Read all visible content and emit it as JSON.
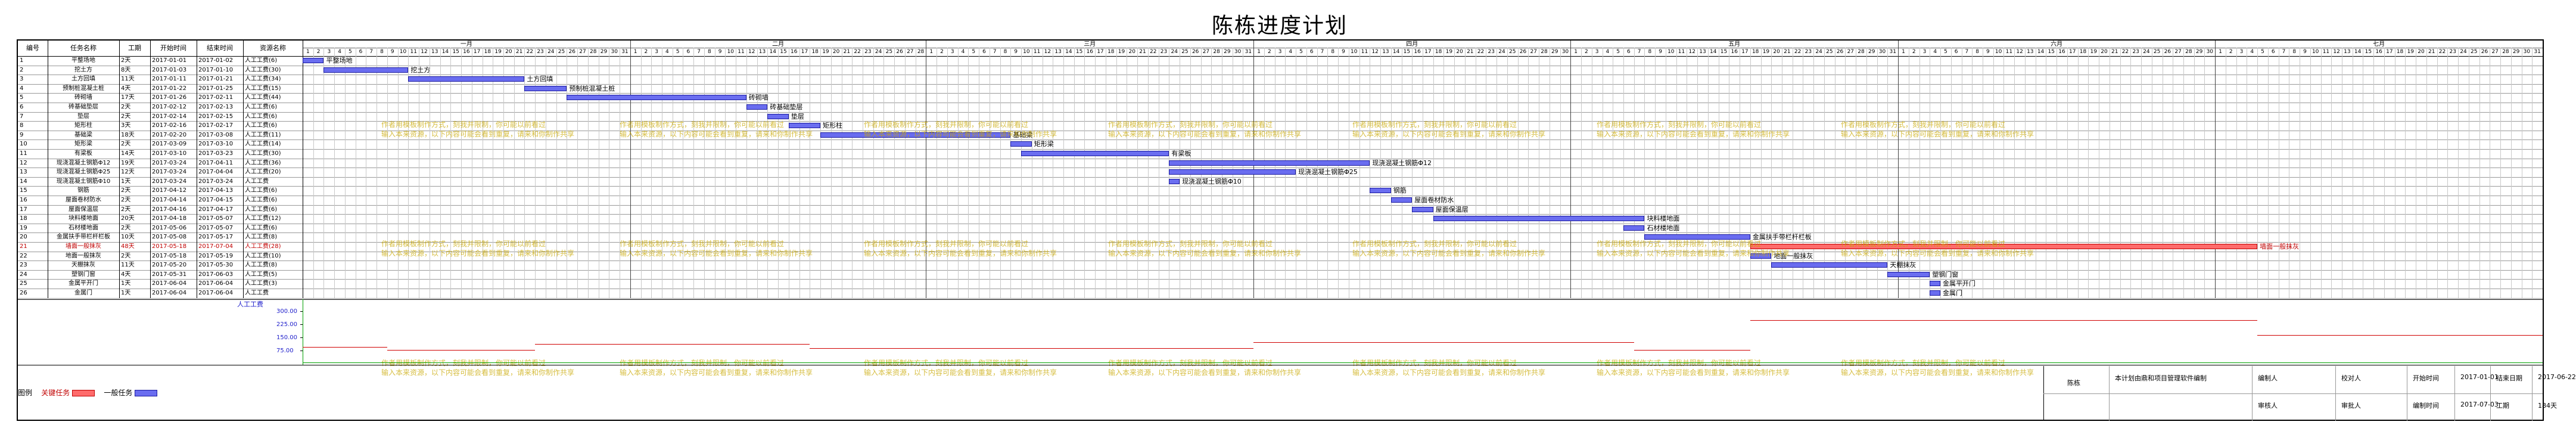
{
  "title": "陈栋进度计划",
  "headers": {
    "no": "编号",
    "name": "任务名称",
    "duration": "工期",
    "start": "开始时间",
    "end": "结束时间",
    "resource": "资源名称"
  },
  "months": [
    "一月",
    "二月",
    "三月",
    "四月",
    "五月",
    "六月",
    "七月"
  ],
  "tasks": [
    {
      "no": "1",
      "name": "平整场地",
      "dur": "2天",
      "start": "2017-01-01",
      "end": "2017-01-02",
      "res": "人工工费(6)",
      "bar": [
        1,
        2
      ],
      "crit": false
    },
    {
      "no": "2",
      "name": "挖土方",
      "dur": "8天",
      "start": "2017-01-03",
      "end": "2017-01-10",
      "res": "人工工费(30)",
      "bar": [
        3,
        10
      ],
      "crit": false
    },
    {
      "no": "3",
      "name": "土方回填",
      "dur": "11天",
      "start": "2017-01-11",
      "end": "2017-01-21",
      "res": "人工工费(34)",
      "bar": [
        11,
        21
      ],
      "crit": false
    },
    {
      "no": "4",
      "name": "预制桩混凝土桩",
      "dur": "4天",
      "start": "2017-01-22",
      "end": "2017-01-25",
      "res": "人工工费(15)",
      "bar": [
        22,
        25
      ],
      "crit": false
    },
    {
      "no": "5",
      "name": "砖砌墙",
      "dur": "17天",
      "start": "2017-01-26",
      "end": "2017-02-11",
      "res": "人工工费(44)",
      "bar": [
        26,
        42
      ],
      "crit": false
    },
    {
      "no": "6",
      "name": "砖基础垫层",
      "dur": "2天",
      "start": "2017-02-12",
      "end": "2017-02-13",
      "res": "人工工费(6)",
      "bar": [
        43,
        44
      ],
      "crit": false
    },
    {
      "no": "7",
      "name": "垫层",
      "dur": "2天",
      "start": "2017-02-14",
      "end": "2017-02-15",
      "res": "人工工费(6)",
      "bar": [
        45,
        46
      ],
      "crit": false
    },
    {
      "no": "8",
      "name": "矩形柱",
      "dur": "3天",
      "start": "2017-02-16",
      "end": "2017-02-17",
      "res": "人工工费(6)",
      "bar": [
        47,
        49
      ],
      "crit": false
    },
    {
      "no": "9",
      "name": "基础梁",
      "dur": "18天",
      "start": "2017-02-20",
      "end": "2017-03-08",
      "res": "人工工费(11)",
      "bar": [
        50,
        67
      ],
      "crit": false
    },
    {
      "no": "10",
      "name": "矩形梁",
      "dur": "2天",
      "start": "2017-03-09",
      "end": "2017-03-10",
      "res": "人工工费(14)",
      "bar": [
        68,
        69
      ],
      "crit": false
    },
    {
      "no": "11",
      "name": "有梁板",
      "dur": "14天",
      "start": "2017-03-10",
      "end": "2017-03-23",
      "res": "人工工费(30)",
      "bar": [
        69,
        82
      ],
      "crit": false
    },
    {
      "no": "12",
      "name": "现浇混凝土钢筋Φ12",
      "dur": "19天",
      "start": "2017-03-24",
      "end": "2017-04-11",
      "res": "人工工费(36)",
      "bar": [
        83,
        101
      ],
      "crit": false
    },
    {
      "no": "13",
      "name": "现浇混凝土钢筋Φ25",
      "dur": "12天",
      "start": "2017-03-24",
      "end": "2017-04-04",
      "res": "人工工费(20)",
      "bar": [
        83,
        94
      ],
      "crit": false
    },
    {
      "no": "14",
      "name": "现浇混凝土钢筋Φ10",
      "dur": "1天",
      "start": "2017-03-24",
      "end": "2017-03-24",
      "res": "人工工费",
      "bar": [
        83,
        83
      ],
      "crit": false
    },
    {
      "no": "15",
      "name": "钢筋",
      "dur": "2天",
      "start": "2017-04-12",
      "end": "2017-04-13",
      "res": "人工工费(6)",
      "bar": [
        102,
        103
      ],
      "crit": false
    },
    {
      "no": "16",
      "name": "屋面卷材防水",
      "dur": "2天",
      "start": "2017-04-14",
      "end": "2017-04-15",
      "res": "人工工费(6)",
      "bar": [
        104,
        105
      ],
      "crit": false
    },
    {
      "no": "17",
      "name": "屋面保温层",
      "dur": "2天",
      "start": "2017-04-16",
      "end": "2017-04-17",
      "res": "人工工费(6)",
      "bar": [
        106,
        107
      ],
      "crit": false
    },
    {
      "no": "18",
      "name": "块料楼地面",
      "dur": "20天",
      "start": "2017-04-18",
      "end": "2017-05-07",
      "res": "人工工费(12)",
      "bar": [
        108,
        127
      ],
      "crit": false
    },
    {
      "no": "19",
      "name": "石材楼地面",
      "dur": "2天",
      "start": "2017-05-06",
      "end": "2017-05-07",
      "res": "人工工费(6)",
      "bar": [
        126,
        127
      ],
      "crit": false
    },
    {
      "no": "20",
      "name": "金属扶手带栏杆栏板",
      "dur": "10天",
      "start": "2017-05-08",
      "end": "2017-05-17",
      "res": "人工工费(8)",
      "bar": [
        128,
        137
      ],
      "crit": false
    },
    {
      "no": "21",
      "name": "墙面一般抹灰",
      "dur": "48天",
      "start": "2017-05-18",
      "end": "2017-07-04",
      "res": "人工工费(28)",
      "bar": [
        138,
        185
      ],
      "crit": true
    },
    {
      "no": "22",
      "name": "地面一般抹灰",
      "dur": "2天",
      "start": "2017-05-18",
      "end": "2017-05-19",
      "res": "人工工费(10)",
      "bar": [
        138,
        139
      ],
      "crit": false
    },
    {
      "no": "23",
      "name": "天棚抹灰",
      "dur": "11天",
      "start": "2017-05-20",
      "end": "2017-05-30",
      "res": "人工工费(8)",
      "bar": [
        140,
        150
      ],
      "crit": false
    },
    {
      "no": "24",
      "name": "塑钢门窗",
      "dur": "4天",
      "start": "2017-05-31",
      "end": "2017-06-03",
      "res": "人工工费(5)",
      "bar": [
        151,
        154
      ],
      "crit": false
    },
    {
      "no": "25",
      "name": "金属平开门",
      "dur": "1天",
      "start": "2017-06-04",
      "end": "2017-06-04",
      "res": "人工工费(3)",
      "bar": [
        155,
        155
      ],
      "crit": false
    },
    {
      "no": "26",
      "name": "金属门",
      "dur": "1天",
      "start": "2017-06-04",
      "end": "2017-06-04",
      "res": "人工工费",
      "bar": [
        155,
        155
      ],
      "crit": false
    }
  ],
  "resource_chart": {
    "label": "人工工费",
    "axis": [
      "300.00",
      "225.00",
      "150.00",
      "75.00"
    ]
  },
  "legend": {
    "label": "图例",
    "critical": "关键任务",
    "normal": "一般任务"
  },
  "watermark": [
    "作者用模板制作方式，刻我并限制，你可能以前看过",
    "输入本来资源，以下内容可能会看到重复，请来和你制作共享"
  ],
  "footer": {
    "company": "陈栋",
    "note": "本计划由鼎和项目管理软件编制",
    "prepared_by": "编制人",
    "checked_by": "校对人",
    "start_label": "开始时间",
    "start_value": "2017-01-01",
    "end_label": "结束日期",
    "end_value": "2017-06-22",
    "reviewer": "审核人",
    "approver": "审批人",
    "date_label": "编制时间",
    "date_value": "2017-07-03",
    "period_label": "工期",
    "period_value": "184天"
  },
  "colors": {
    "normal_bar": "#6a6df0",
    "critical_bar": "#ff6b6b",
    "watermark": "#c9a800"
  }
}
